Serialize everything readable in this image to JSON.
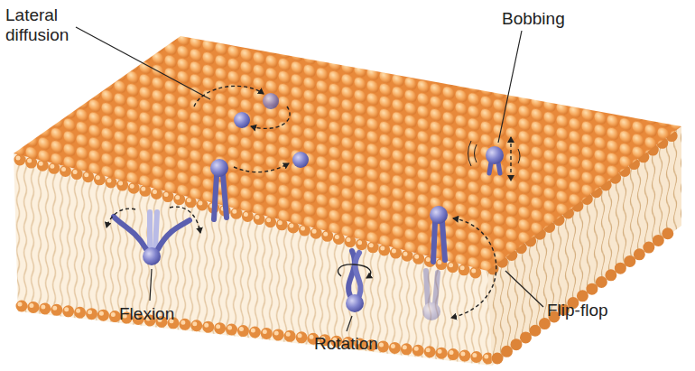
{
  "diagram": {
    "labels": [
      "Lateral diffusion",
      "Bobbing",
      "Flexion",
      "Rotation",
      "Flip-flop"
    ]
  }
}
